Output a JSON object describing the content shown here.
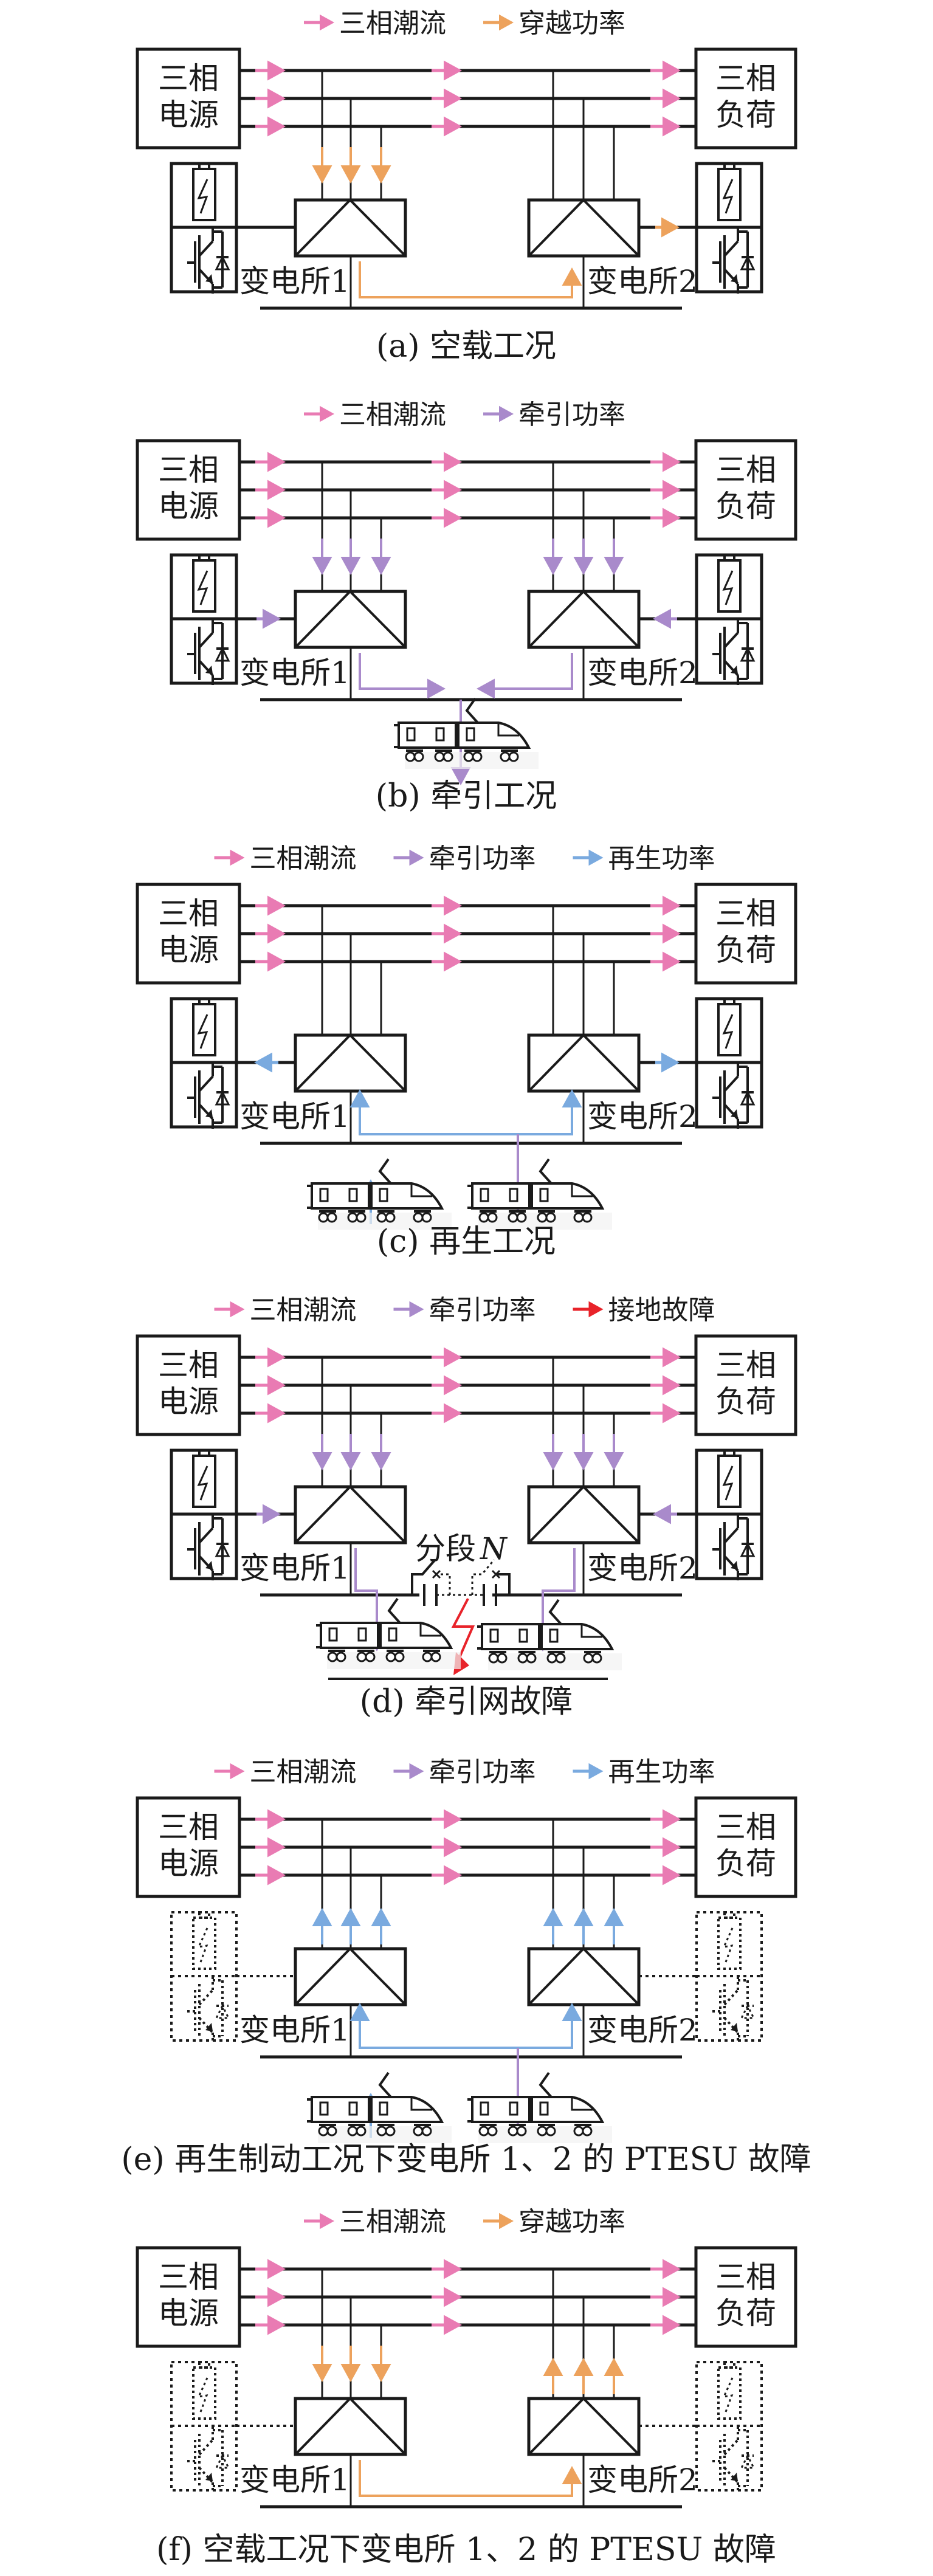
{
  "figure": {
    "colors": {
      "three_phase": "#E97BB3",
      "crossing": "#EDA25C",
      "traction": "#A98ACB",
      "regen": "#7AAADF",
      "fault": "#E8232A",
      "line": "#1a1a1a"
    },
    "labels": {
      "source_line1": "三相",
      "source_line2": "电源",
      "load_line1": "三相",
      "load_line2": "负荷",
      "substation1": "变电所1",
      "substation2": "变电所2",
      "section": "分段",
      "section_var": "N"
    },
    "legend_items": {
      "three_phase": "三相潮流",
      "crossing": "穿越功率",
      "traction": "牵引功率",
      "regen": "再生功率",
      "fault": "接地故障"
    },
    "panels": [
      {
        "id": "a",
        "caption": "(a) 空载工况",
        "legend": [
          "three_phase",
          "crossing"
        ],
        "feeder1_arrows": "crossing-down",
        "feeder2_arrows": "none",
        "storage1": {
          "state": "normal",
          "flow": "none"
        },
        "storage2": {
          "state": "normal",
          "flow": "crossing-out"
        },
        "catenary_flow": "crossing-1-to-2",
        "trains": []
      },
      {
        "id": "b",
        "caption": "(b) 牵引工况",
        "legend": [
          "three_phase",
          "traction"
        ],
        "feeder1_arrows": "traction-down",
        "feeder2_arrows": "traction-down",
        "storage1": {
          "state": "normal",
          "flow": "traction-in"
        },
        "storage2": {
          "state": "normal",
          "flow": "traction-in"
        },
        "catenary_flow": "traction-to-center",
        "trains": [
          {
            "mode": "traction"
          }
        ]
      },
      {
        "id": "c",
        "caption": "(c) 再生工况",
        "legend": [
          "three_phase",
          "traction",
          "regen"
        ],
        "feeder1_arrows": "none",
        "feeder2_arrows": "none",
        "storage1": {
          "state": "normal",
          "flow": "regen-out"
        },
        "storage2": {
          "state": "normal",
          "flow": "regen-out"
        },
        "catenary_flow": "regen-to-both",
        "trains": [
          {
            "mode": "regen"
          },
          {
            "mode": "traction"
          }
        ]
      },
      {
        "id": "d",
        "caption": "(d) 牵引网故障",
        "legend": [
          "three_phase",
          "traction",
          "fault"
        ],
        "feeder1_arrows": "traction-down",
        "feeder2_arrows": "traction-down",
        "storage1": {
          "state": "normal",
          "flow": "traction-in"
        },
        "storage2": {
          "state": "normal",
          "flow": "traction-in"
        },
        "catenary_flow": "fault-section",
        "trains": [
          {
            "mode": "traction"
          },
          {
            "mode": "traction"
          }
        ]
      },
      {
        "id": "e",
        "caption": "(e) 再生制动工况下变电所 1、2 的 PTESU 故障",
        "legend": [
          "three_phase",
          "traction",
          "regen"
        ],
        "feeder1_arrows": "regen-up",
        "feeder2_arrows": "regen-up",
        "storage1": {
          "state": "fault",
          "flow": "none"
        },
        "storage2": {
          "state": "fault",
          "flow": "none"
        },
        "catenary_flow": "regen-to-both",
        "trains": [
          {
            "mode": "regen"
          },
          {
            "mode": "traction"
          }
        ]
      },
      {
        "id": "f",
        "caption": "(f) 空载工况下变电所 1、2 的 PTESU 故障",
        "legend": [
          "three_phase",
          "crossing"
        ],
        "feeder1_arrows": "crossing-down",
        "feeder2_arrows": "crossing-up",
        "storage1": {
          "state": "fault",
          "flow": "none"
        },
        "storage2": {
          "state": "fault",
          "flow": "none"
        },
        "catenary_flow": "crossing-1-to-2",
        "trains": []
      }
    ]
  }
}
